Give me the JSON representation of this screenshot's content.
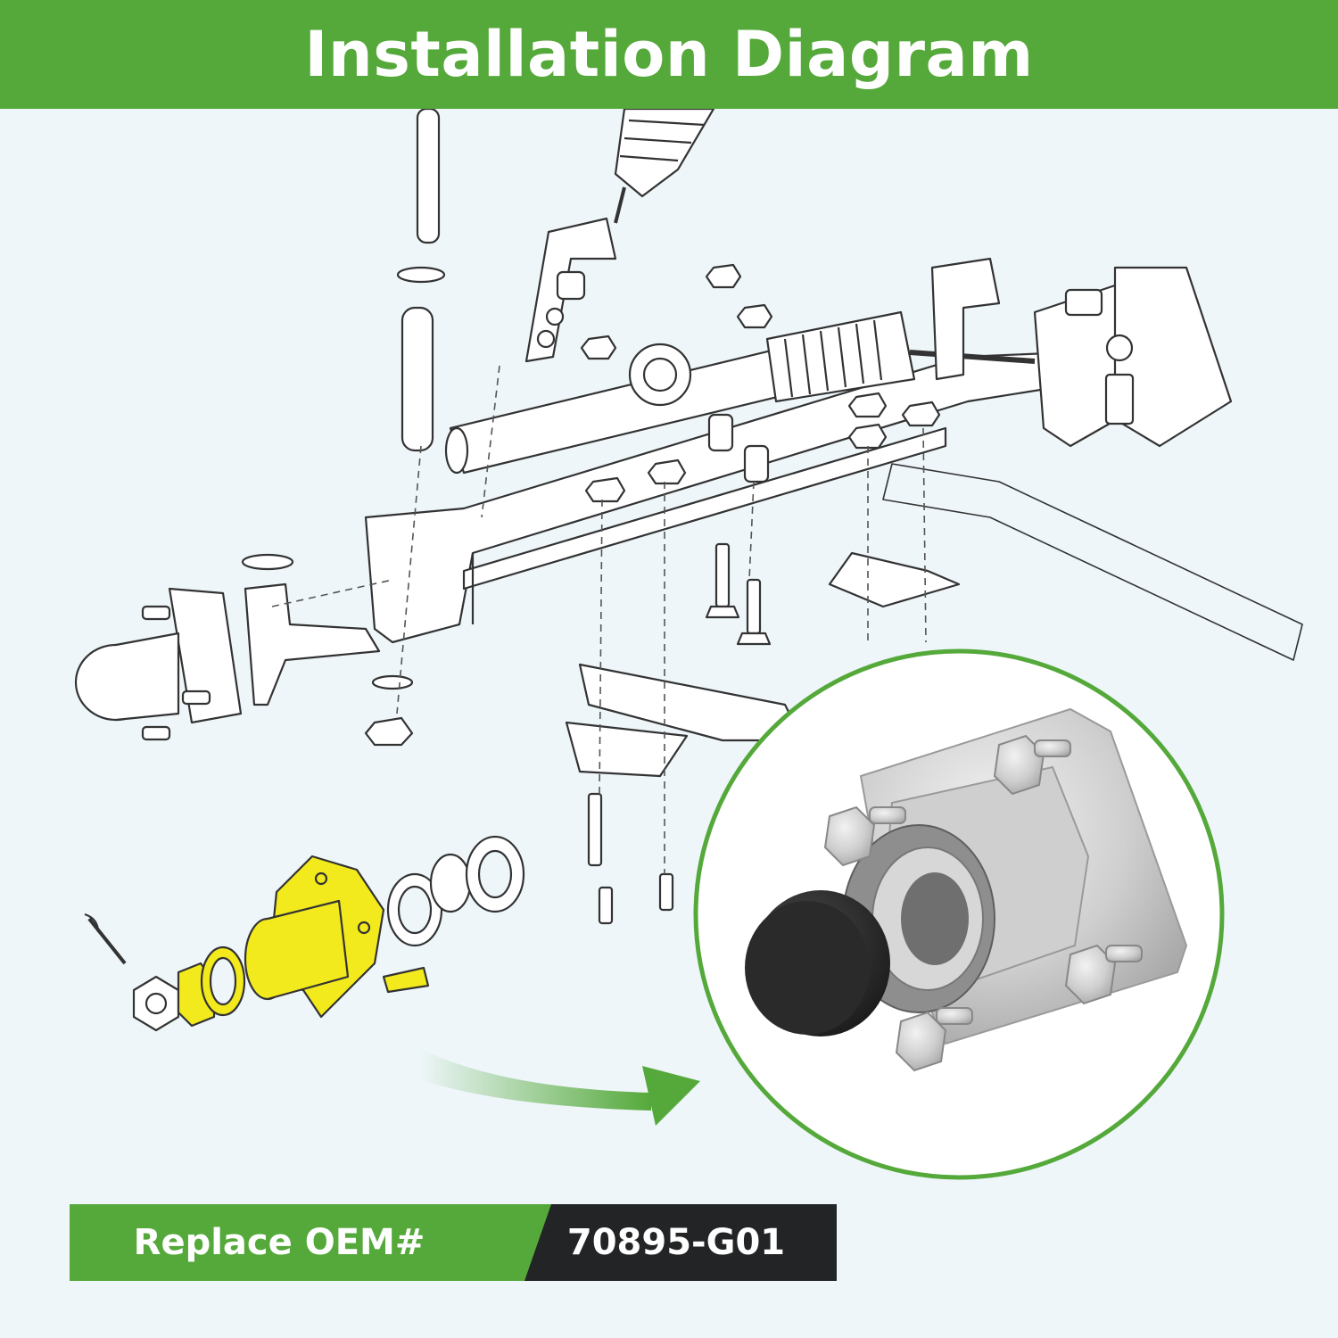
{
  "header": {
    "title": "Installation Diagram"
  },
  "oem": {
    "label": "Replace OEM#",
    "part_number": "70895-G01"
  },
  "colors": {
    "brand_green": "#55a93a",
    "dark_panel": "#222426",
    "highlight_yellow": "#f2ea1c",
    "background": "#eef6fa"
  },
  "icons": [
    "arrow-right-icon"
  ]
}
